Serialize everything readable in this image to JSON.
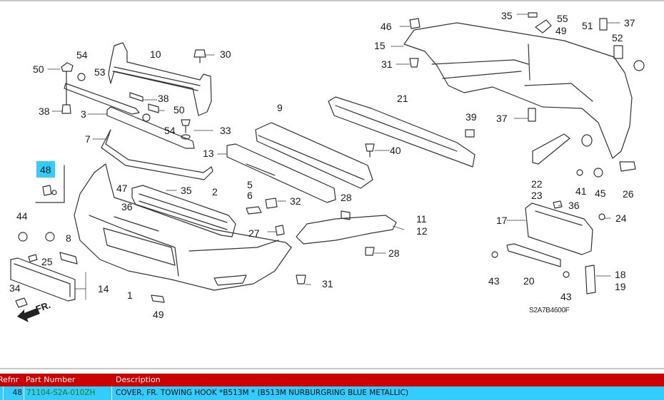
{
  "diagram": {
    "figure_code": "S2A7B4600F",
    "direction_label": "FR.",
    "highlighted_ref": "48",
    "callouts": [
      {
        "ref": "1"
      },
      {
        "ref": "2"
      },
      {
        "ref": "3"
      },
      {
        "ref": "5"
      },
      {
        "ref": "6"
      },
      {
        "ref": "7"
      },
      {
        "ref": "8"
      },
      {
        "ref": "9"
      },
      {
        "ref": "10"
      },
      {
        "ref": "11"
      },
      {
        "ref": "12"
      },
      {
        "ref": "13"
      },
      {
        "ref": "14"
      },
      {
        "ref": "15"
      },
      {
        "ref": "17"
      },
      {
        "ref": "18"
      },
      {
        "ref": "19"
      },
      {
        "ref": "20"
      },
      {
        "ref": "21"
      },
      {
        "ref": "22"
      },
      {
        "ref": "23"
      },
      {
        "ref": "24"
      },
      {
        "ref": "25"
      },
      {
        "ref": "26"
      },
      {
        "ref": "27"
      },
      {
        "ref": "28"
      },
      {
        "ref": "28"
      },
      {
        "ref": "30"
      },
      {
        "ref": "31"
      },
      {
        "ref": "31"
      },
      {
        "ref": "32"
      },
      {
        "ref": "33"
      },
      {
        "ref": "34"
      },
      {
        "ref": "35"
      },
      {
        "ref": "35"
      },
      {
        "ref": "36"
      },
      {
        "ref": "36"
      },
      {
        "ref": "37"
      },
      {
        "ref": "37"
      },
      {
        "ref": "38"
      },
      {
        "ref": "38"
      },
      {
        "ref": "39"
      },
      {
        "ref": "40"
      },
      {
        "ref": "41"
      },
      {
        "ref": "43"
      },
      {
        "ref": "43"
      },
      {
        "ref": "44"
      },
      {
        "ref": "45"
      },
      {
        "ref": "46"
      },
      {
        "ref": "47"
      },
      {
        "ref": "48"
      },
      {
        "ref": "49"
      },
      {
        "ref": "49"
      },
      {
        "ref": "50"
      },
      {
        "ref": "50"
      },
      {
        "ref": "51"
      },
      {
        "ref": "52"
      },
      {
        "ref": "53"
      },
      {
        "ref": "54"
      },
      {
        "ref": "54"
      },
      {
        "ref": "55"
      }
    ]
  },
  "table": {
    "headers": {
      "refnr": "Refnr",
      "part_number": "Part Number",
      "description": "Description"
    },
    "rows": [
      {
        "refnr": "48",
        "part_number": "71104-S2A-010ZH",
        "description": "COVER, FR. TOWING HOOK *B513M * (B513M NURBURGRING BLUE METALLIC)"
      }
    ]
  },
  "colors": {
    "header_bg": "#cc0000",
    "selected_row_bg": "#33ccff",
    "highlight_callout_bg": "#33ccff",
    "part_number_text": "#1a7a1a"
  }
}
